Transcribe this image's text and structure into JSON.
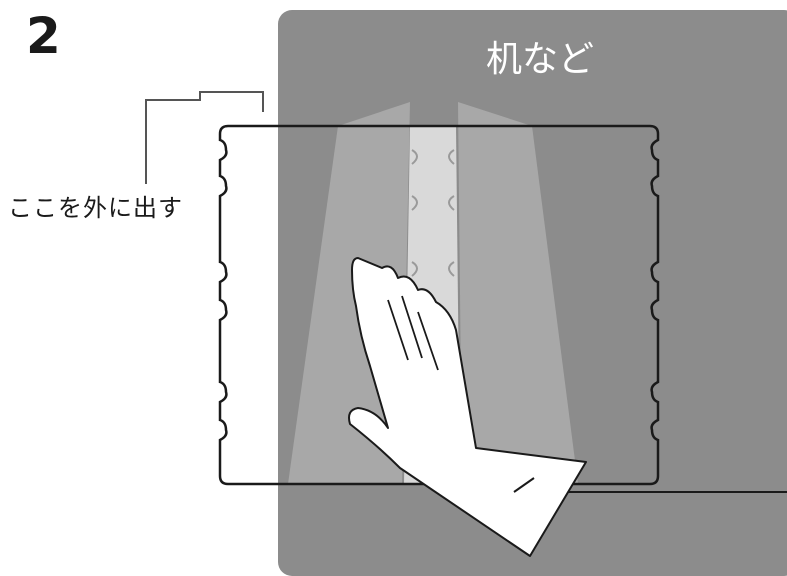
{
  "step": {
    "number": "2"
  },
  "callout": {
    "text": "ここを外に出す"
  },
  "desk": {
    "label": "机など"
  },
  "colors": {
    "desk": "#8c8c8c",
    "outline": "#1a1a1a",
    "flap": "#ababab",
    "slot": "#d9d9d9",
    "hand": "#ffffff"
  },
  "icons": {
    "hand": "hand-icon"
  }
}
